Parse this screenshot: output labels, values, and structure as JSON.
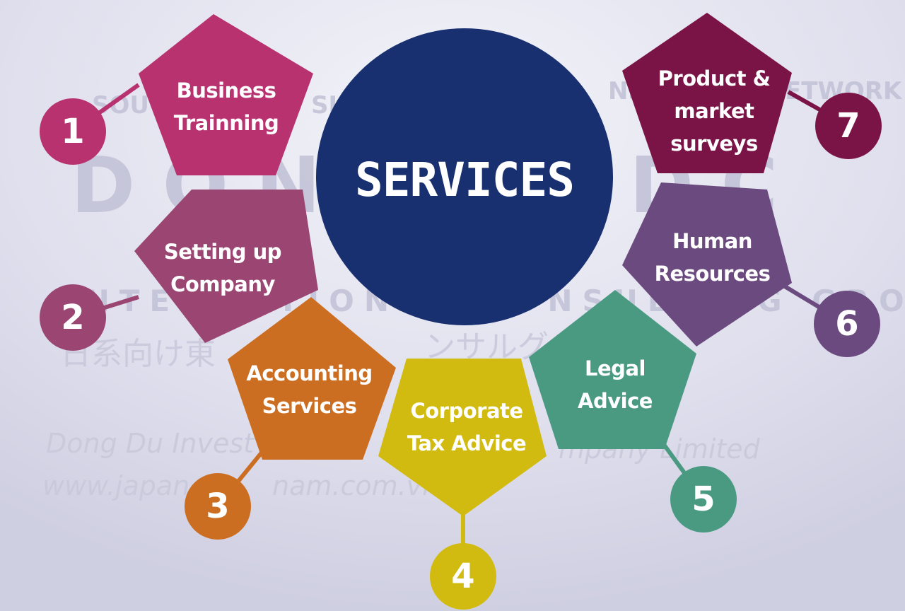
{
  "center": {
    "title": "SERVICES",
    "color": "#18306f"
  },
  "background": {
    "top_line_left": "SOU",
    "top_line_mid1": "SI",
    "top_line_mid2": "NSU",
    "top_line_right": "ETWORK",
    "big_letters_left": "D  O  N",
    "big_letters_right": "D  C",
    "middle_line": "INTERNATIONAL CONSULTING GROUP INC",
    "japanese_line": "日系向け東",
    "japanese_line2": "ンサルグル",
    "company_line_left": "Dong Du Invest",
    "company_line_right": "mpany Limited",
    "website_line_left": "www.japan",
    "website_line_right": "nam.com.vn"
  },
  "services": [
    {
      "number": "1",
      "label": "Business\nTrainning",
      "color": "#b7326f"
    },
    {
      "number": "2",
      "label": "Setting up\nCompany",
      "color": "#9a4572"
    },
    {
      "number": "3",
      "label": "Accounting\nServices",
      "color": "#cc6e21"
    },
    {
      "number": "4",
      "label": "Corporate\nTax Advice",
      "color": "#d2bb10"
    },
    {
      "number": "5",
      "label": "Legal\nAdvice",
      "color": "#4a9a82"
    },
    {
      "number": "6",
      "label": "Human\nResources",
      "color": "#6b4b7f"
    },
    {
      "number": "7",
      "label": "Product &\nmarket\nsurveys",
      "color": "#7a1446"
    }
  ]
}
